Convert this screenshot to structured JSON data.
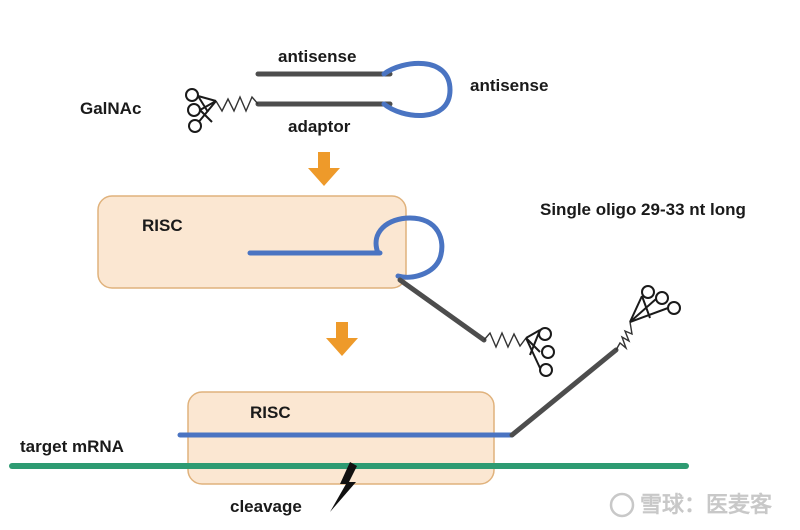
{
  "labels": {
    "antisense_top": "antisense",
    "antisense_loop": "antisense",
    "galnac": "GalNAc",
    "adaptor": "adaptor",
    "risc_1": "RISC",
    "single_oligo": "Single oligo 29-33 nt long",
    "risc_2": "RISC",
    "target_mrna": "target mRNA",
    "cleavage": "cleavage"
  },
  "watermark": "雪球：医麦客",
  "colors": {
    "antisense_strand": "#4a74c2",
    "adaptor_strand": "#4d4d4d",
    "risc_fill": "#fbe7d2",
    "risc_border": "#e0b27c",
    "arrow": "#ee9a2a",
    "mrna": "#2e9b72"
  }
}
